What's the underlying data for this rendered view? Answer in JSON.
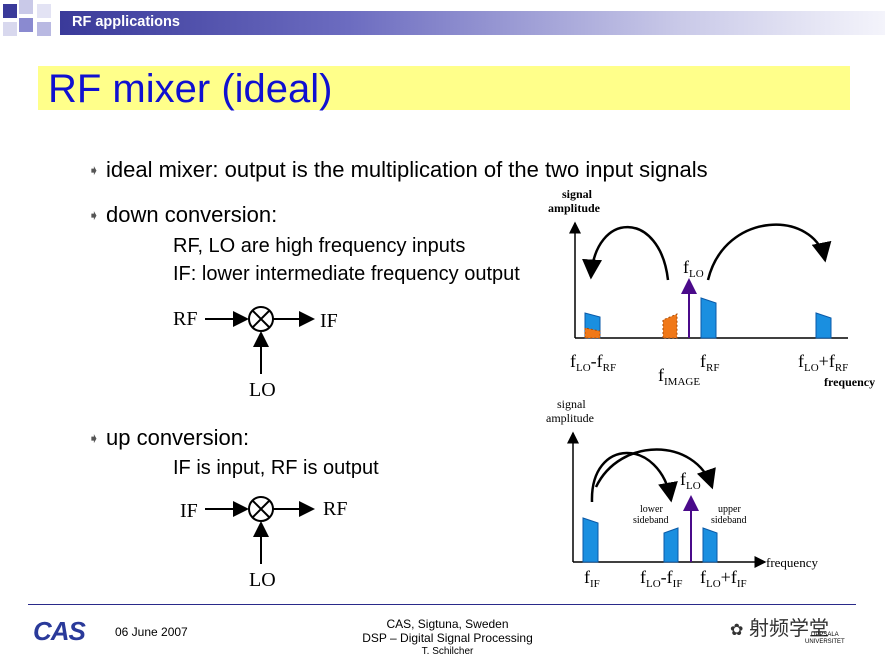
{
  "header": {
    "section": "RF applications"
  },
  "title": "RF mixer (ideal)",
  "bullets": {
    "b1": "ideal mixer: output is the multiplication of the two input signals",
    "b2": "down conversion:",
    "b2_sub1": "RF, LO are high frequency inputs",
    "b2_sub2": "IF: lower intermediate frequency output",
    "b3": "up conversion:",
    "b3_sub1": "IF is input, RF is output"
  },
  "mixer_down": {
    "in_left": "RF",
    "out_right": "IF",
    "in_bottom": "LO"
  },
  "mixer_up": {
    "in_left": "IF",
    "out_right": "RF",
    "in_bottom": "LO"
  },
  "spectrum_down": {
    "y_label_1": "signal",
    "y_label_2": "amplitude",
    "x_label": "frequency",
    "lo_f": "f",
    "lo_sub": "LO",
    "diff_f1": "f",
    "diff_sub1": "LO",
    "diff_mid": "-f",
    "diff_sub2": "RF",
    "image_f": "f",
    "image_sub": "IMAGE",
    "rf_f": "f",
    "rf_sub": "RF",
    "sum_f1": "f",
    "sum_sub1": "LO",
    "sum_mid": "+f",
    "sum_sub2": "RF"
  },
  "spectrum_up": {
    "y_label_1": "signal",
    "y_label_2": "amplitude",
    "x_label": "frequency",
    "lo_f": "f",
    "lo_sub": "LO",
    "lower_sb_1": "lower",
    "lower_sb_2": "sideband",
    "upper_sb_1": "upper",
    "upper_sb_2": "sideband",
    "if_f": "f",
    "if_sub": "IF",
    "diff_f1": "f",
    "diff_sub1": "LO",
    "diff_mid": "-f",
    "diff_sub2": "IF",
    "sum_f1": "f",
    "sum_sub1": "LO",
    "sum_mid": "+f",
    "sum_sub2": "IF"
  },
  "footer": {
    "logo": "CAS",
    "date": "06 June 2007",
    "line1": "CAS, Sigtuna, Sweden",
    "line2": "DSP – Digital Signal Processing",
    "line3": "T. Schilcher",
    "watermark": "射频学堂",
    "uni_1": "UPPSALA",
    "uni_2": "UNIVERSITET"
  },
  "colors": {
    "accent_blue": "#1a8fe0",
    "image_orange": "#f07818",
    "lo_arrow": "#4a0a8a",
    "title_bg": "#ffff8a",
    "title_text": "#1010d0"
  }
}
